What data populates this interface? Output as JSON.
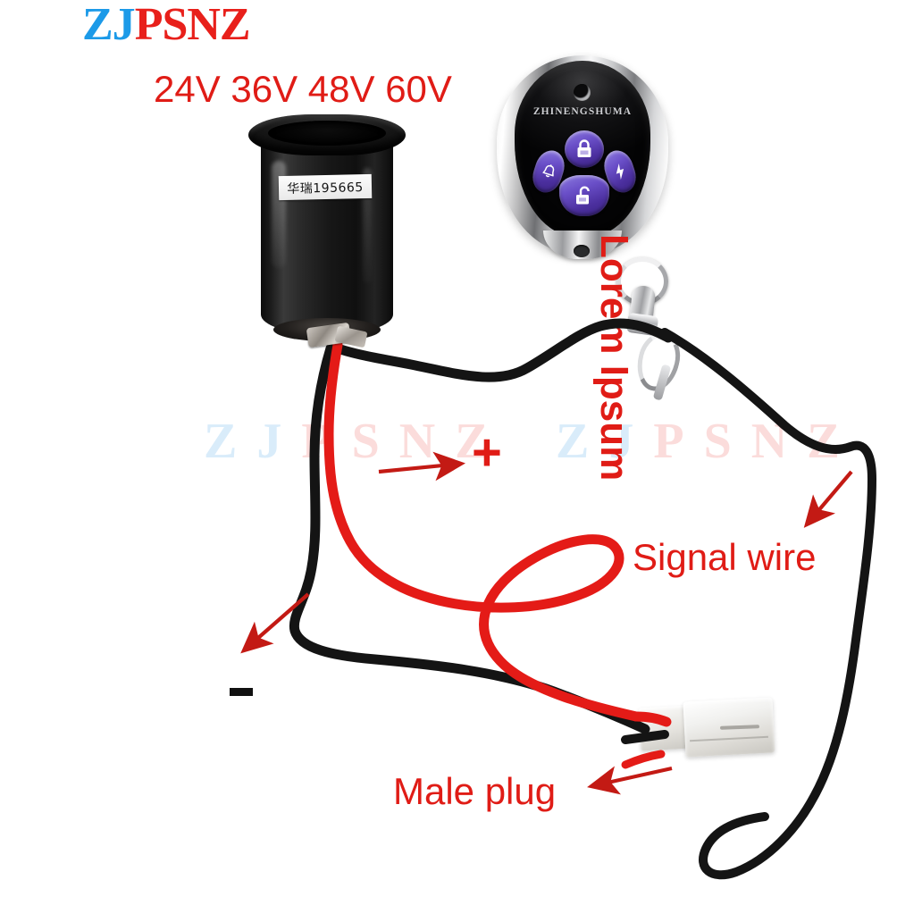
{
  "brand": {
    "logo_part1": "ZJ",
    "logo_part2": "PSNZ",
    "logo_color_1": "#1c9ae8",
    "logo_color_2": "#e8201b"
  },
  "headline": {
    "voltages": "24V 36V 48V 60V",
    "color": "#e01c16"
  },
  "watermark": {
    "part1": "ZJ",
    "part2": "PSNZ"
  },
  "motor": {
    "label_text": "华瑞195665"
  },
  "remote": {
    "brand_text": "ZHINENGSHUMA",
    "button_color": "#6a4fc8",
    "buttons": [
      {
        "name": "lock",
        "icon": "padlock-closed-icon"
      },
      {
        "name": "unlock",
        "icon": "padlock-open-icon"
      },
      {
        "name": "alarm",
        "icon": "bell-icon"
      },
      {
        "name": "power",
        "icon": "lightning-bolt-icon"
      }
    ]
  },
  "annotations": {
    "signal_wire": "Signal wire",
    "male_plug": "Male plug",
    "lorem": "Lorem Ipsum",
    "positive": "+",
    "negative": "-",
    "arrow_color": "#c31a14"
  },
  "wires": {
    "positive_color": "#e41b17",
    "negative_color": "#141414",
    "signal_color": "#141414"
  }
}
